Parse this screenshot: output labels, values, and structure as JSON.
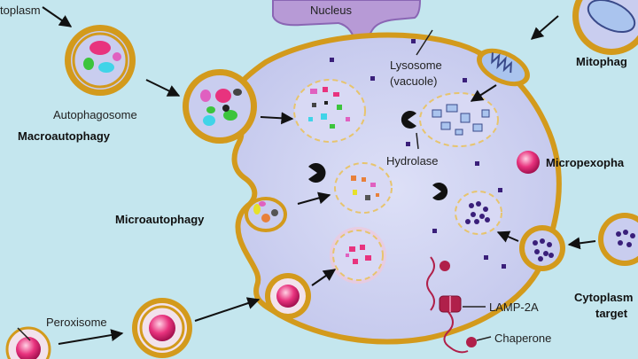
{
  "labels": {
    "cytoplasm": "toplasm",
    "nucleus": "Nucleus",
    "lysosome_line1": "Lysosome",
    "lysosome_line2": "(vacuole)",
    "autophagosome": "Autophagosome",
    "macroautophagy": "Macroautophagy",
    "hydrolase": "Hydrolase",
    "microautophagy": "Microautophagy",
    "micropexophagy": "Micropexopha",
    "mitophagy": "Mitophag",
    "peroxisome": "Peroxisome",
    "lamp2a": "LAMP-2A",
    "chaperone": "Chaperone",
    "cytoplasm_targets_line1": "Cytoplasm",
    "cytoplasm_targets_line2": "target"
  },
  "colors": {
    "background": "#c4e6ee",
    "lysosome_fill": "#c9cdef",
    "membrane": "#d39a1c",
    "nucleus": "#b79ad6",
    "vesicle_fill": "#e4e3f4",
    "peroxisome": "#e8337e",
    "particles": "#3a1f7a",
    "hydrolase": "#111111",
    "lamp2a": "#b0204a"
  },
  "icons": [
    "pacman-hydrolase-icon",
    "mitochondrion-icon",
    "peroxisome-icon",
    "arrow-icon"
  ]
}
